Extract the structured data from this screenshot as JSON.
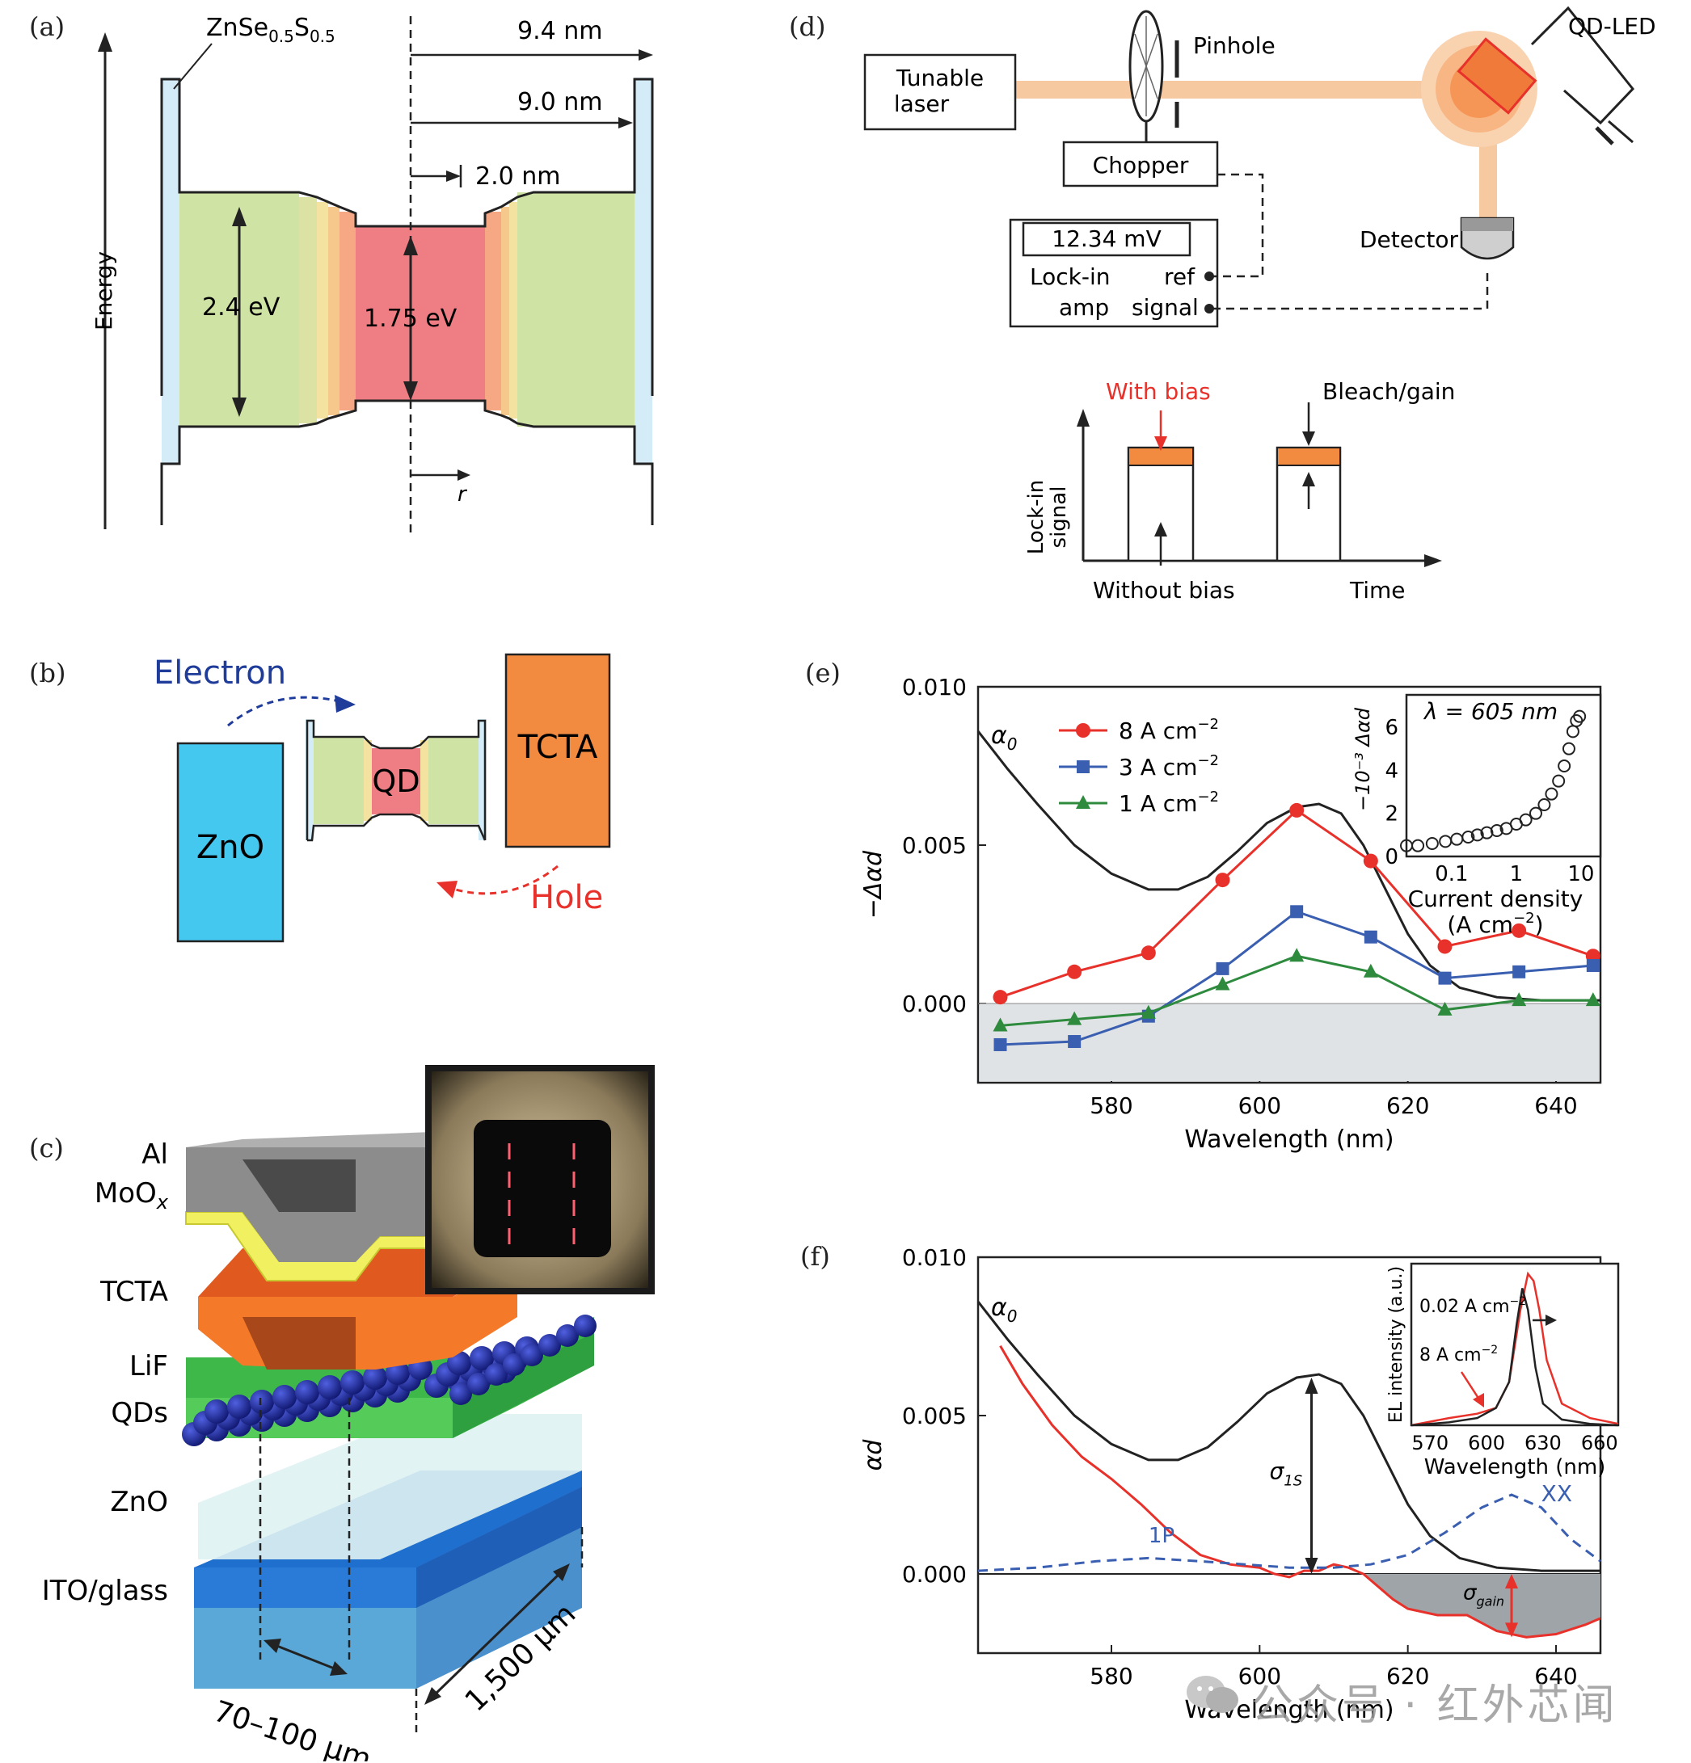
{
  "labels": {
    "a": "(a)",
    "b": "(b)",
    "c": "(c)",
    "d": "(d)",
    "e": "(e)",
    "f": "(f)"
  },
  "panel_a": {
    "shell_label": "ZnSe",
    "shell_sub1": "0.5",
    "shell_s": "S",
    "shell_sub2": "0.5",
    "dim1": "9.4 nm",
    "dim2": "9.0 nm",
    "dim3": "2.0 nm",
    "gap_outer": "2.4 eV",
    "gap_core": "1.75 eV",
    "axis": "Energy",
    "r_label": "r"
  },
  "panel_b": {
    "electron": "Electron",
    "hole": "Hole",
    "zno": "ZnO",
    "qd": "QD",
    "tcta": "TCTA",
    "colors": {
      "zno": "#44c8f0",
      "tcta": "#f28a40",
      "electron": "#1f3c9a",
      "hole": "#e8312a"
    }
  },
  "panel_c": {
    "layers": [
      "Al",
      "MoO",
      "TCTA",
      "LiF",
      "QDs",
      "ZnO",
      "ITO/glass"
    ],
    "moox_sub": "x",
    "width_label": "70–100 μm",
    "length_label": "1,500 μm"
  },
  "panel_d": {
    "laser": [
      "Tunable",
      "laser"
    ],
    "pinhole": "Pinhole",
    "chopper": "Chopper",
    "qdled": "QD-LED",
    "detector": "Detector",
    "display": "12.34 mV",
    "lockin": [
      "Lock-in",
      "amp"
    ],
    "ref": "ref",
    "signal": "signal",
    "with_bias": "With bias",
    "bleach": "Bleach/gain",
    "ylabel": [
      "Lock-in",
      "signal"
    ],
    "without_bias": "Without bias",
    "time": "Time"
  },
  "chart_data": [
    {
      "type": "line",
      "panel": "e",
      "xlabel": "Wavelength (nm)",
      "ylabel": "−Δαd",
      "xlim": [
        562,
        646
      ],
      "ylim": [
        -0.0025,
        0.01
      ],
      "xticks": [
        "580",
        "600",
        "620",
        "640"
      ],
      "yticks": [
        "0.000",
        "0.005",
        "0.010"
      ],
      "curve_label": "α",
      "curve_sub": "0",
      "legend_position": "top-left",
      "x": [
        565,
        575,
        585,
        595,
        605,
        615,
        625,
        635,
        645
      ],
      "series": [
        {
          "name": "8 A cm",
          "sup": "−2",
          "color": "#e8312a",
          "marker": "circle",
          "values": [
            0.0002,
            0.001,
            0.0016,
            0.0039,
            0.0061,
            0.0045,
            0.0018,
            0.0023,
            0.0015
          ]
        },
        {
          "name": "3 A cm",
          "sup": "−2",
          "color": "#3a5fb0",
          "marker": "square",
          "values": [
            -0.0013,
            -0.0012,
            -0.0004,
            0.0011,
            0.0029,
            0.0021,
            0.0008,
            0.001,
            0.0012
          ]
        },
        {
          "name": "1 A cm",
          "sup": "−2",
          "color": "#2e8b3e",
          "marker": "triangle",
          "values": [
            -0.0007,
            -0.0005,
            -0.0003,
            0.0006,
            0.0015,
            0.001,
            -0.0002,
            0.0001,
            0.0001
          ]
        }
      ],
      "alpha0": {
        "x": [
          562,
          566,
          570,
          575,
          580,
          585,
          589,
          593,
          597,
          601,
          605,
          608,
          611,
          614,
          617,
          620,
          623,
          627,
          632,
          638,
          646
        ],
        "y": [
          0.0086,
          0.0074,
          0.0063,
          0.005,
          0.0041,
          0.0036,
          0.0036,
          0.004,
          0.0048,
          0.0057,
          0.0062,
          0.0063,
          0.006,
          0.005,
          0.0036,
          0.0022,
          0.0012,
          0.0005,
          0.0002,
          0.0001,
          0.0001
        ]
      },
      "inset": {
        "title": "λ = 605 nm",
        "xlabel": [
          "Current density",
          "(A cm",
          "−2",
          ")"
        ],
        "ylabel": "−10⁻³ Δαd",
        "xticks": [
          "0.1",
          "1",
          "10"
        ],
        "yticks": [
          "0",
          "2",
          "4",
          "6"
        ],
        "xscale": "log",
        "xlim": [
          0.02,
          20
        ],
        "ylim": [
          0,
          7.5
        ],
        "x": [
          0.02,
          0.03,
          0.05,
          0.08,
          0.12,
          0.18,
          0.25,
          0.35,
          0.5,
          0.7,
          1.0,
          1.4,
          2.0,
          2.7,
          3.5,
          4.5,
          5.5,
          6.5,
          7.5,
          8.5,
          9.5
        ],
        "y": [
          0.5,
          0.5,
          0.6,
          0.7,
          0.8,
          0.9,
          1.0,
          1.1,
          1.2,
          1.3,
          1.5,
          1.7,
          2.0,
          2.4,
          2.9,
          3.5,
          4.2,
          5.0,
          5.8,
          6.3,
          6.5
        ]
      }
    },
    {
      "type": "line",
      "panel": "f",
      "xlabel": "Wavelength (nm)",
      "ylabel": "αd",
      "xlim": [
        562,
        646
      ],
      "ylim": [
        -0.0025,
        0.01
      ],
      "xticks": [
        "580",
        "600",
        "620",
        "640"
      ],
      "yticks": [
        "0.000",
        "0.005",
        "0.010"
      ],
      "annotations": {
        "alpha": "α",
        "alpha_sub": "0",
        "sigma1s": "σ",
        "sigma1s_sub": "1S",
        "sigma_gain": "σ",
        "sigma_gain_sub": "gain",
        "p1": "1P",
        "xx": "XX"
      },
      "series": [
        {
          "name": "α₀",
          "color": "#222222",
          "x": [
            562,
            566,
            570,
            575,
            580,
            585,
            589,
            593,
            597,
            601,
            605,
            608,
            611,
            614,
            617,
            620,
            623,
            627,
            632,
            638,
            646
          ],
          "y": [
            0.0086,
            0.0074,
            0.0063,
            0.005,
            0.0041,
            0.0036,
            0.0036,
            0.004,
            0.0048,
            0.0057,
            0.0062,
            0.0063,
            0.006,
            0.005,
            0.0036,
            0.0022,
            0.0012,
            0.0005,
            0.0002,
            0.0001,
            0.0001
          ]
        },
        {
          "name": "8 A cm⁻²",
          "color": "#e8312a",
          "x": [
            565,
            568,
            572,
            576,
            580,
            584,
            588,
            592,
            596,
            600,
            602,
            604,
            606,
            608,
            610,
            612,
            614,
            616,
            618,
            620,
            624,
            628,
            632,
            636,
            640,
            644,
            646
          ],
          "y": [
            0.0072,
            0.006,
            0.0047,
            0.0037,
            0.003,
            0.0022,
            0.0013,
            0.0006,
            0.0003,
            0.0002,
            0.0,
            -0.0001,
            0.0001,
            0.0001,
            0.0003,
            0.0002,
            0.0,
            -0.0004,
            -0.0008,
            -0.0011,
            -0.0013,
            -0.0013,
            -0.0018,
            -0.002,
            -0.0019,
            -0.0016,
            -0.0014
          ]
        },
        {
          "name": "1P",
          "color": "#3a5fb0",
          "dashed": true,
          "x": [
            562,
            570,
            578,
            585,
            592,
            598,
            604,
            610,
            615,
            620,
            625,
            630,
            634,
            638,
            642,
            646
          ],
          "y": [
            0.0001,
            0.0002,
            0.0004,
            0.0005,
            0.0004,
            0.0003,
            0.0002,
            0.0002,
            0.0003,
            0.0006,
            0.0013,
            0.0021,
            0.0025,
            0.0021,
            0.0011,
            0.0004
          ]
        }
      ],
      "inset": {
        "ylabel": "EL intensity (a.u.)",
        "xlabel": "Wavelength (nm)",
        "xticks": [
          "570",
          "600",
          "630",
          "660"
        ],
        "xlim": [
          560,
          670
        ],
        "label1": "0.02 A cm",
        "label1_sup": "−2",
        "label2": "8 A cm",
        "label2_sup": "−2",
        "black": {
          "x": [
            560,
            580,
            595,
            605,
            612,
            616,
            619,
            622,
            626,
            630,
            640,
            655,
            670
          ],
          "y": [
            0.0,
            0.02,
            0.05,
            0.12,
            0.3,
            0.7,
            0.95,
            0.8,
            0.4,
            0.15,
            0.04,
            0.01,
            0.0
          ]
        },
        "red": {
          "x": [
            560,
            580,
            595,
            605,
            612,
            618,
            622,
            625,
            628,
            632,
            640,
            655,
            670
          ],
          "y": [
            0.0,
            0.05,
            0.08,
            0.12,
            0.3,
            0.8,
            1.05,
            1.0,
            0.8,
            0.45,
            0.15,
            0.05,
            0.01
          ]
        }
      }
    }
  ],
  "watermark": "公众号 · 红外芯闻"
}
